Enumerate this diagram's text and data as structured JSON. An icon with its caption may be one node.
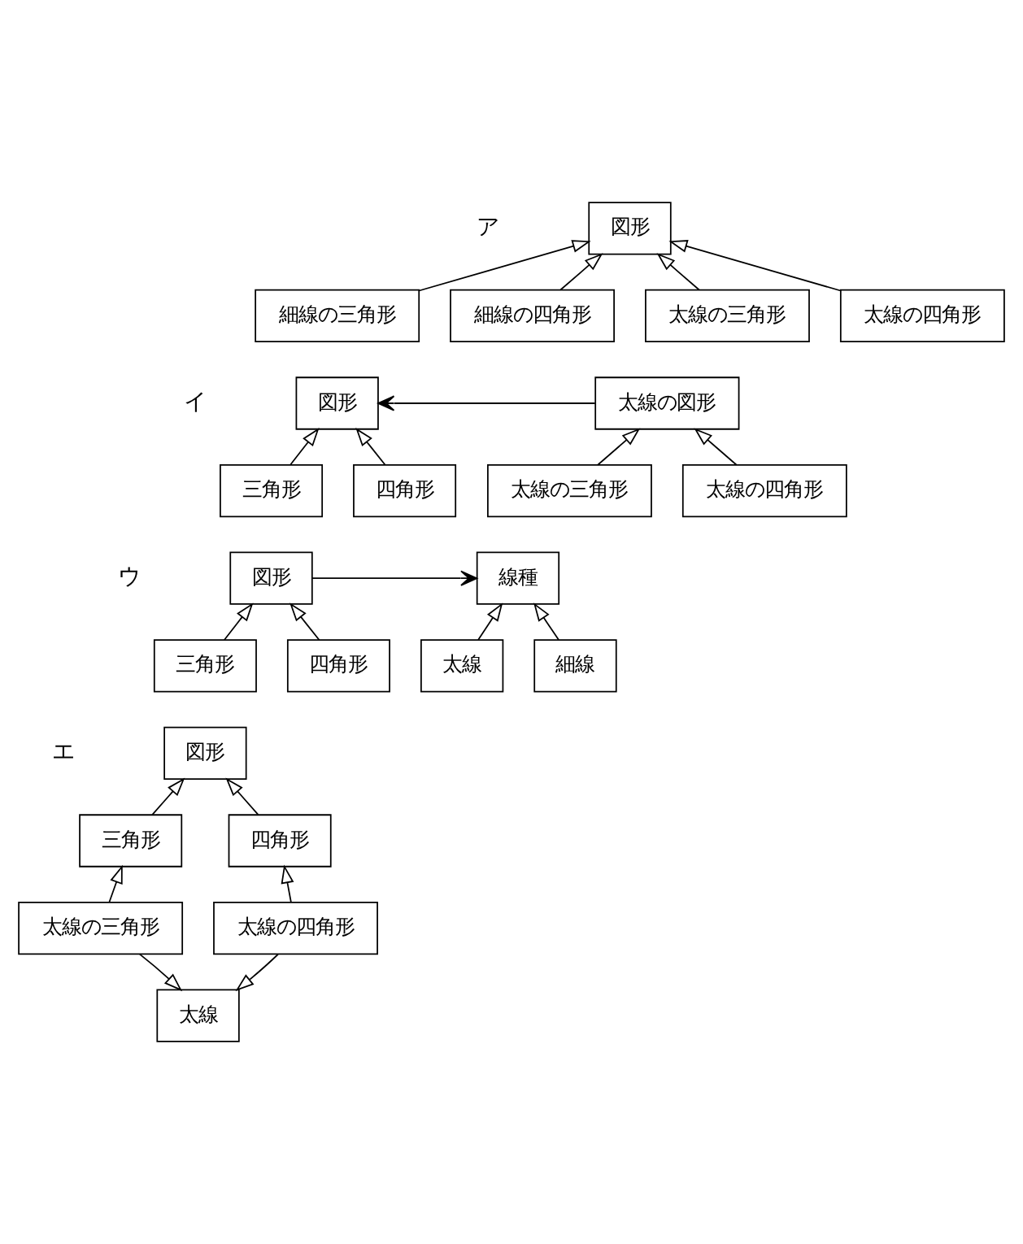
{
  "diagram": {
    "nodes": [
      {
        "text": [
          "図形"
        ]
      },
      {
        "text": [
          "細線の三角形"
        ]
      },
      {
        "text": [
          "細線の四角形"
        ]
      },
      {
        "text": [
          "太線の三角形"
        ]
      },
      {
        "text": [
          "太線の四角形"
        ]
      },
      {
        "text": [
          "図形"
        ]
      },
      {
        "text": [
          "太線の図形"
        ]
      },
      {
        "text": [
          "三角形"
        ]
      },
      {
        "text": [
          "四角形"
        ]
      },
      {
        "text": [
          "太線の三角形"
        ]
      },
      {
        "text": [
          "太線の四角形"
        ]
      },
      {
        "text": [
          "図形"
        ]
      },
      {
        "text": [
          "線種"
        ]
      },
      {
        "text": [
          "三角形"
        ]
      },
      {
        "text": [
          "四角形"
        ]
      },
      {
        "text": [
          "太線"
        ]
      },
      {
        "text": [
          "細線"
        ]
      },
      {
        "text": [
          "図形"
        ]
      },
      {
        "text": [
          "三角形"
        ]
      },
      {
        "text": [
          "四角形"
        ]
      },
      {
        "text": [
          "太線の三角形"
        ]
      },
      {
        "text": [
          "太線の四角形"
        ]
      },
      {
        "text": [
          "太線"
        ]
      }
    ],
    "edges": [
      {
        "from": 1,
        "to": 0,
        "arrow": "to"
      },
      {
        "from": 2,
        "to": 0,
        "arrow": "to"
      },
      {
        "from": 3,
        "to": 0,
        "arrow": "to"
      },
      {
        "from": 4,
        "to": 0,
        "arrow": "to"
      },
      {
        "from": 6,
        "to": 5,
        "arrow": "to"
      },
      {
        "from": 7,
        "to": 5,
        "arrow": "to"
      },
      {
        "from": 8,
        "to": 5,
        "arrow": "to"
      },
      {
        "from": 9,
        "to": 6,
        "arrow": "to"
      },
      {
        "from": 10,
        "to": 6,
        "arrow": "to"
      },
      {
        "from": 11,
        "to": 12,
        "arrow": "to"
      },
      {
        "from": 13,
        "to": 11,
        "arrow": "to"
      },
      {
        "from": 14,
        "to": 11,
        "arrow": "to"
      },
      {
        "from": 15,
        "to": 12,
        "arrow": "to"
      },
      {
        "from": 16,
        "to": 12,
        "arrow": "to"
      },
      {
        "from": 18,
        "to": 17,
        "arrow": "to"
      },
      {
        "from": 19,
        "to": 17,
        "arrow": "to"
      },
      {
        "from": 20,
        "to": 18,
        "arrow": "to"
      },
      {
        "from": 21,
        "to": 19,
        "arrow": "to"
      },
      {
        "from": 20,
        "to": 22,
        "arrow": "to"
      },
      {
        "from": 21,
        "to": 22,
        "arrow": "to"
      }
    ],
    "labels": [
      "ア",
      "イ",
      "ウ",
      "エ"
    ]
  }
}
